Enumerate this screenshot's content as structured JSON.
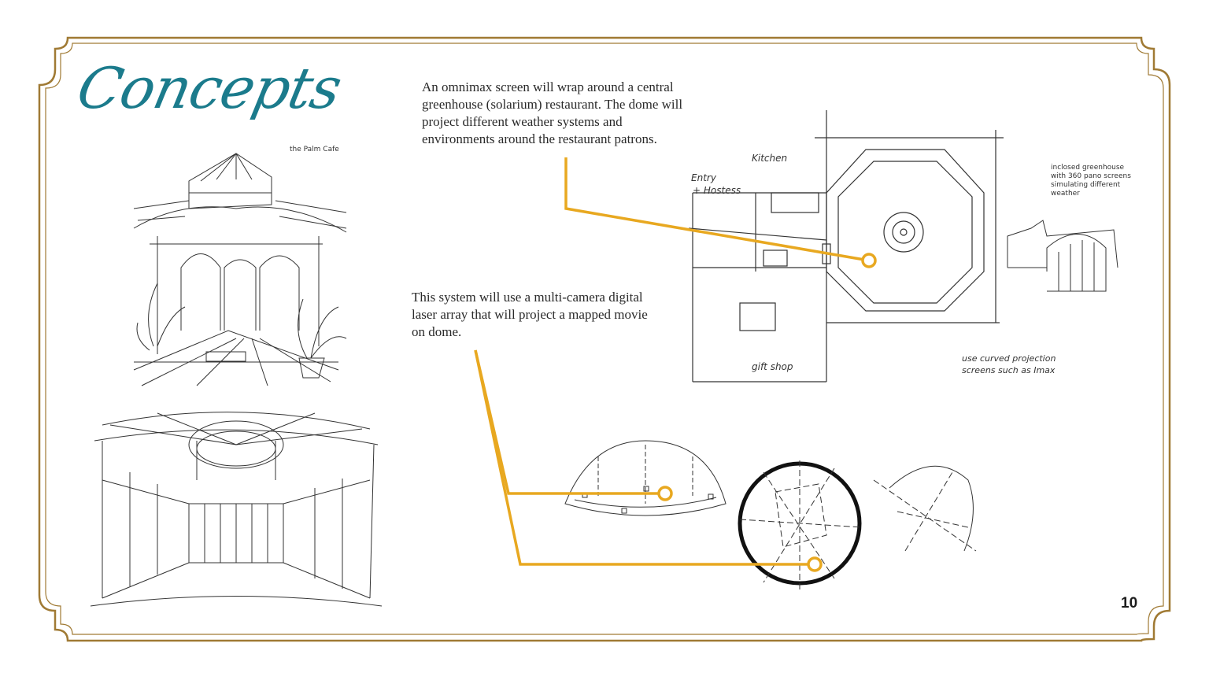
{
  "page": {
    "title": "Concepts",
    "page_number": "10",
    "accent_color": "#1b7b8c",
    "frame_color": "#a07a34",
    "callout_color": "#e8a820"
  },
  "captions": {
    "omnimax": "An omnimax screen will wrap around a central greenhouse (solarium) restaurant. The dome will project different weather systems and environments around the restaurant patrons.",
    "laser": "This system will use a multi-camera digital laser array that will project a mapped movie on dome."
  },
  "sketch_notes": {
    "palm_cafe": "the Palm Cafe",
    "entry": "Entry",
    "hostess": "+ Hostess",
    "kitchen": "Kitchen",
    "gift_shop": "gift shop",
    "enclosed": "inclosed greenhouse with 360 pano screens simulating different weather",
    "curved": "use curved projection screens such as Imax"
  }
}
